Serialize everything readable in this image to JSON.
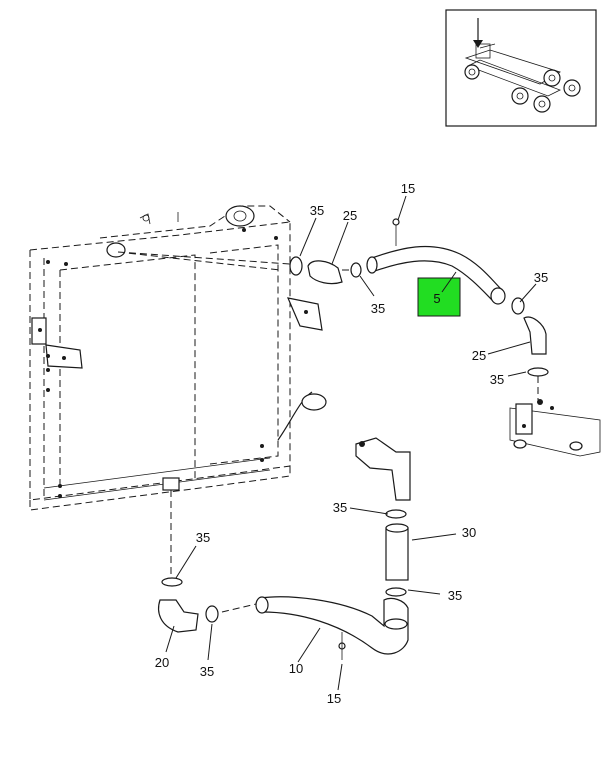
{
  "callouts": [
    {
      "id": "c15a",
      "label": "15"
    },
    {
      "id": "c35a",
      "label": "35"
    },
    {
      "id": "c25a",
      "label": "25"
    },
    {
      "id": "c35b",
      "label": "35"
    },
    {
      "id": "c5",
      "label": "5"
    },
    {
      "id": "c35c",
      "label": "35"
    },
    {
      "id": "c25b",
      "label": "25"
    },
    {
      "id": "c35d",
      "label": "35"
    },
    {
      "id": "c35e",
      "label": "35"
    },
    {
      "id": "c30",
      "label": "30"
    },
    {
      "id": "c35f",
      "label": "35"
    },
    {
      "id": "c35g",
      "label": "35"
    },
    {
      "id": "c20",
      "label": "20"
    },
    {
      "id": "c35h",
      "label": "35"
    },
    {
      "id": "c10",
      "label": "10"
    },
    {
      "id": "c15b",
      "label": "15"
    }
  ],
  "highlight": {
    "label": "5",
    "color": "#22dd22"
  }
}
